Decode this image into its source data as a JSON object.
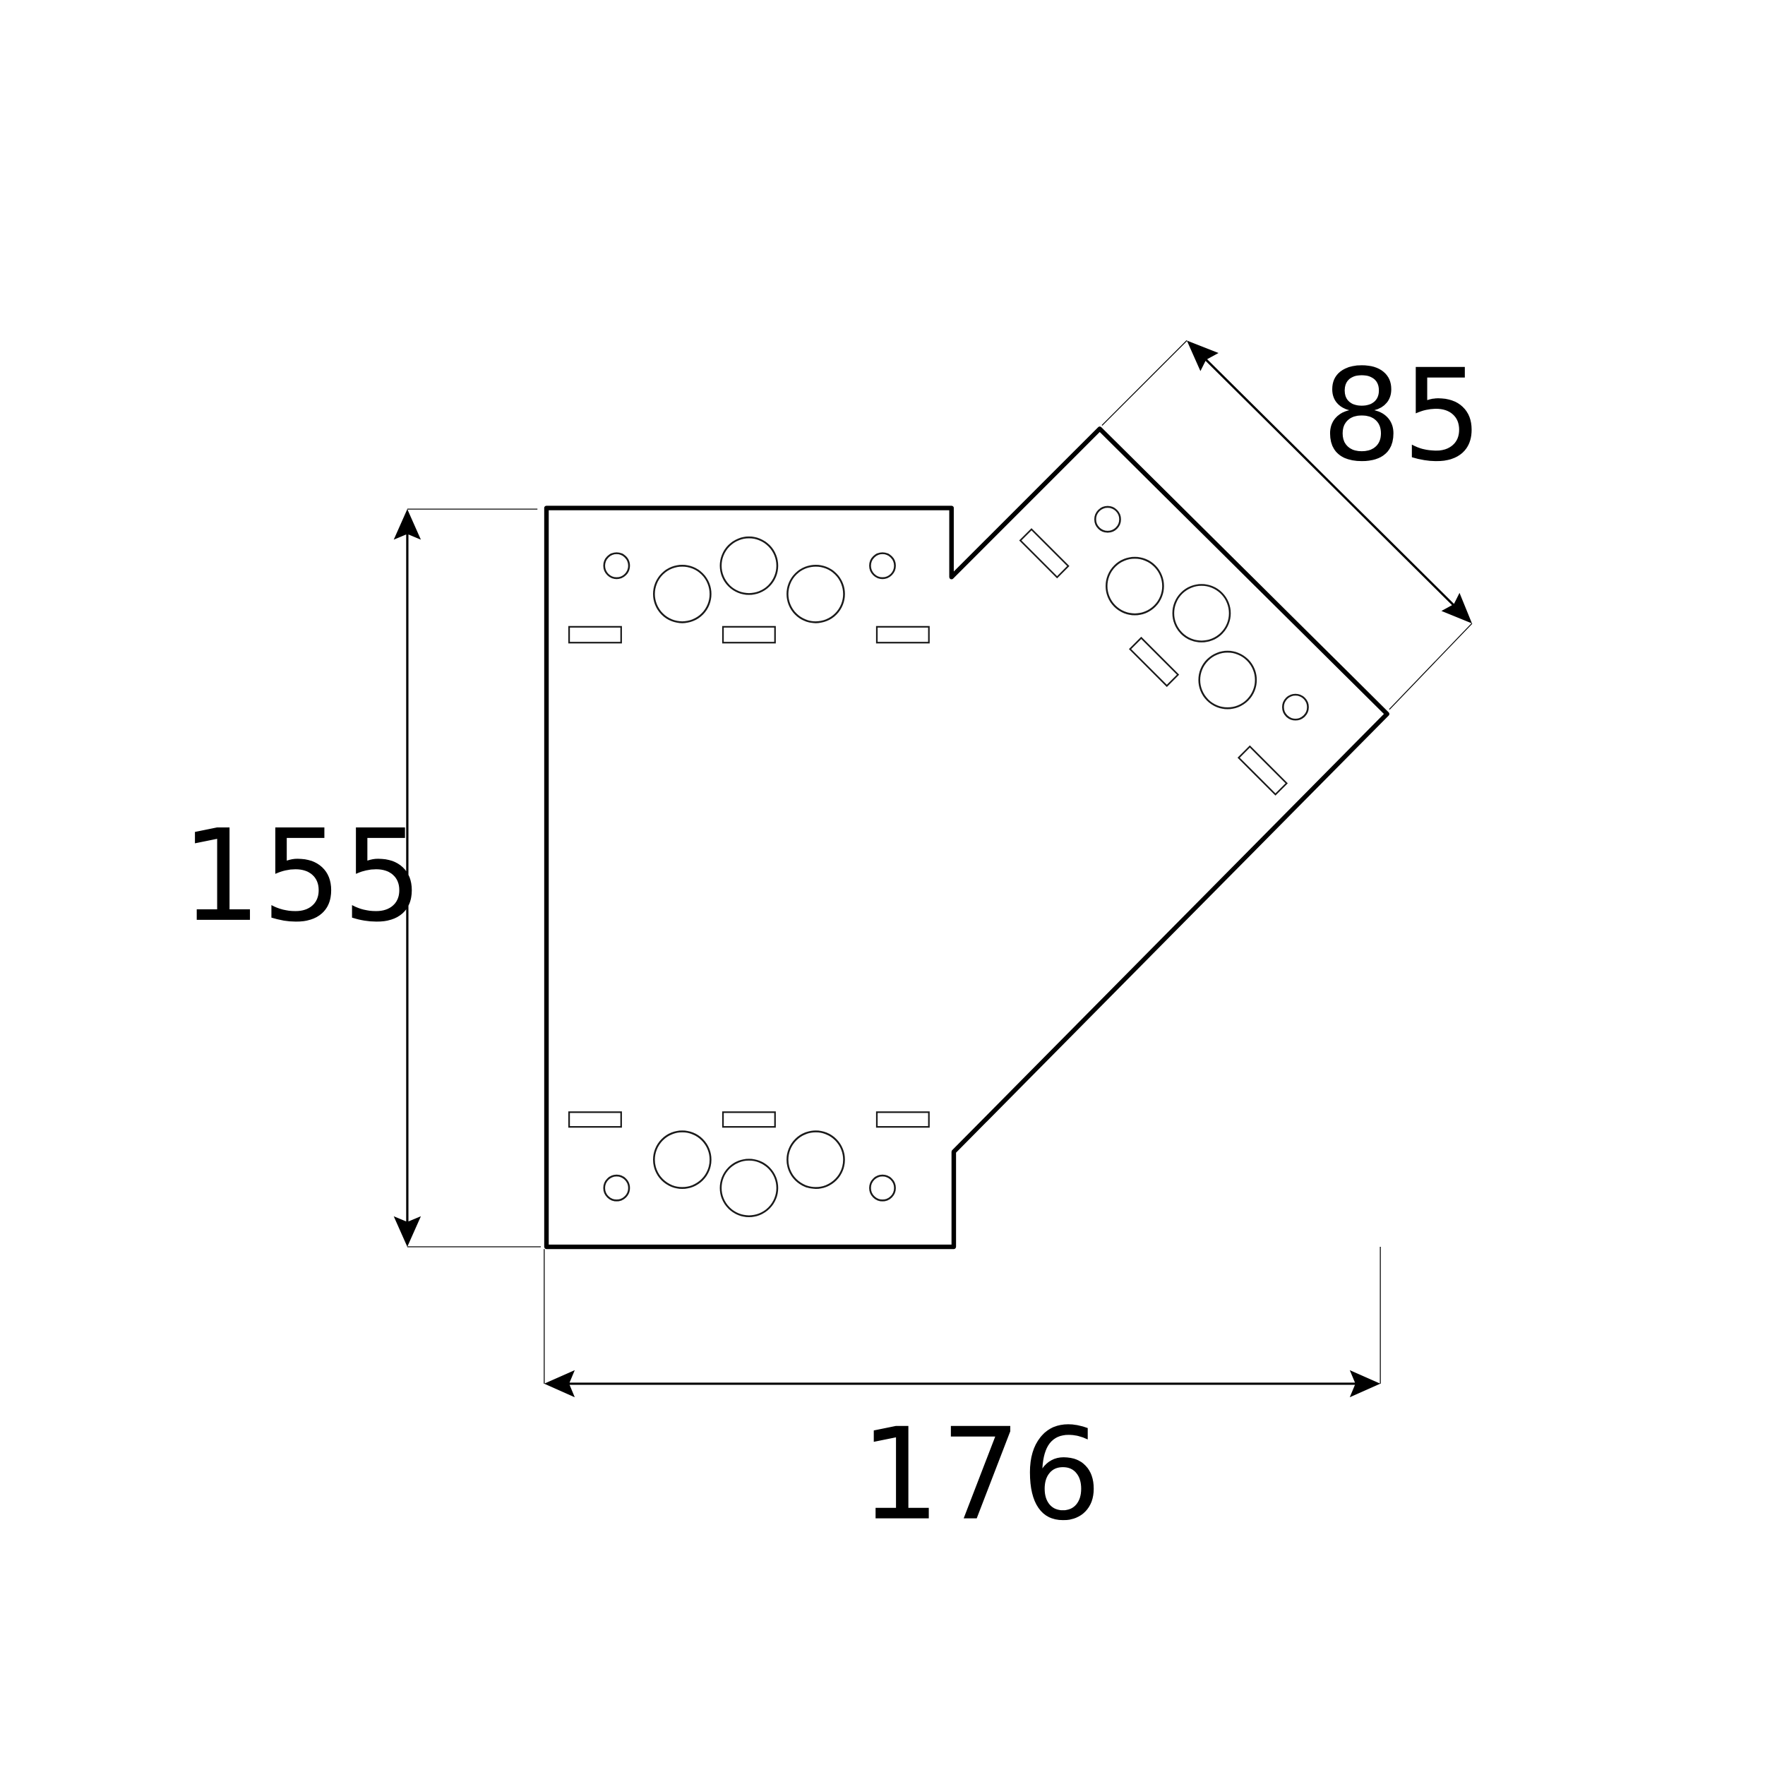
{
  "drawing": {
    "type": "technical-drawing",
    "subject": "angled perforated connector plate",
    "line_color": "#000000",
    "background": "#ffffff"
  },
  "dimensions": {
    "height": {
      "label": "155",
      "orientation": "vertical",
      "side": "left"
    },
    "width": {
      "label": "176",
      "orientation": "horizontal",
      "side": "bottom"
    },
    "arm_width": {
      "label": "85",
      "orientation": "diagonal",
      "side": "top-right"
    }
  },
  "features": {
    "top_group": {
      "small_holes": 2,
      "large_holes": 3,
      "slots": 3
    },
    "bottom_group": {
      "small_holes": 2,
      "large_holes": 3,
      "slots": 3
    },
    "diagonal_arm_group": {
      "small_holes": 2,
      "large_holes": 3,
      "slots": 3
    }
  }
}
